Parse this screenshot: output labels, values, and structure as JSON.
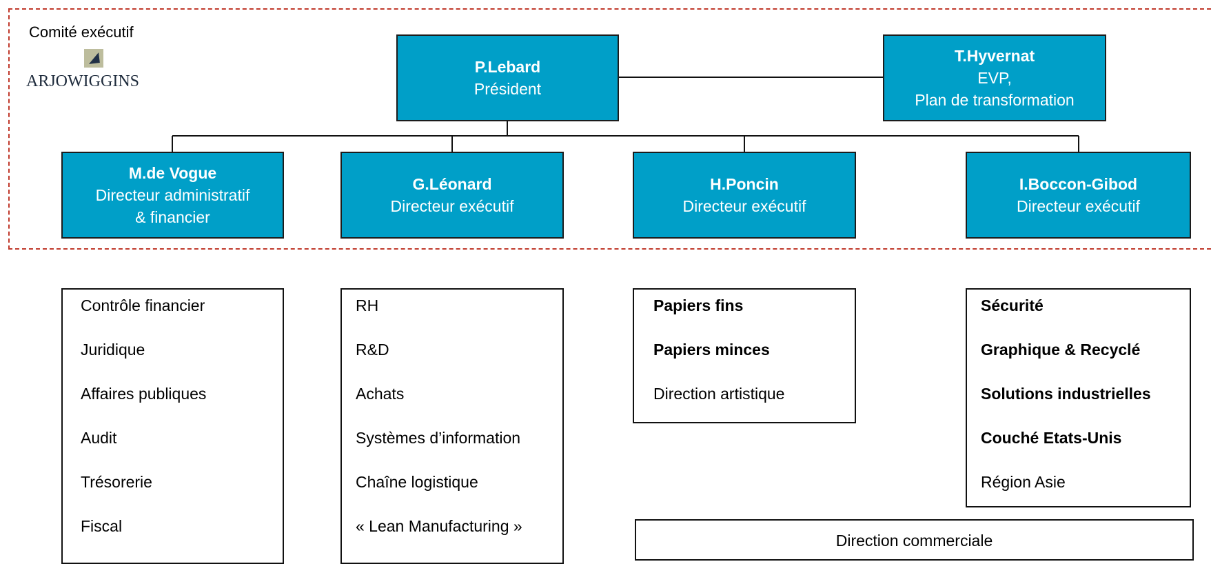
{
  "header": {
    "committee_label": "Comité exécutif",
    "logo_text": "ARJOWIGGINS"
  },
  "people": {
    "president": {
      "name": "P.Lebard",
      "role": "Président"
    },
    "evp": {
      "name": "T.Hyvernat",
      "role_line1": "EVP,",
      "role_line2": "Plan de transformation"
    },
    "devogue": {
      "name": "M.de Vogue",
      "role_line1": "Directeur administratif",
      "role_line2": "& financier"
    },
    "leonard": {
      "name": "G.Léonard",
      "role": "Directeur exécutif"
    },
    "poncin": {
      "name": "H.Poncin",
      "role": "Directeur exécutif"
    },
    "boccon": {
      "name": "I.Boccon-Gibod",
      "role": "Directeur exécutif"
    }
  },
  "departments": {
    "devogue": [
      "Contrôle financier",
      "Juridique",
      "Affaires publiques",
      "Audit",
      "Trésorerie",
      "Fiscal"
    ],
    "leonard": [
      "RH",
      "R&D",
      "Achats",
      "Systèmes d’information",
      "Chaîne logistique",
      "« Lean Manufacturing »"
    ],
    "poncin": [
      "Papiers fins",
      "Papiers minces",
      "Direction artistique"
    ],
    "boccon": [
      "Sécurité",
      "Graphique & Recyclé",
      "Solutions industrielles",
      "Couché Etats-Unis",
      "Région Asie"
    ],
    "commercial": "Direction commerciale"
  },
  "colors": {
    "person_box": "#009fc8",
    "frame_dash": "#c0392b"
  }
}
